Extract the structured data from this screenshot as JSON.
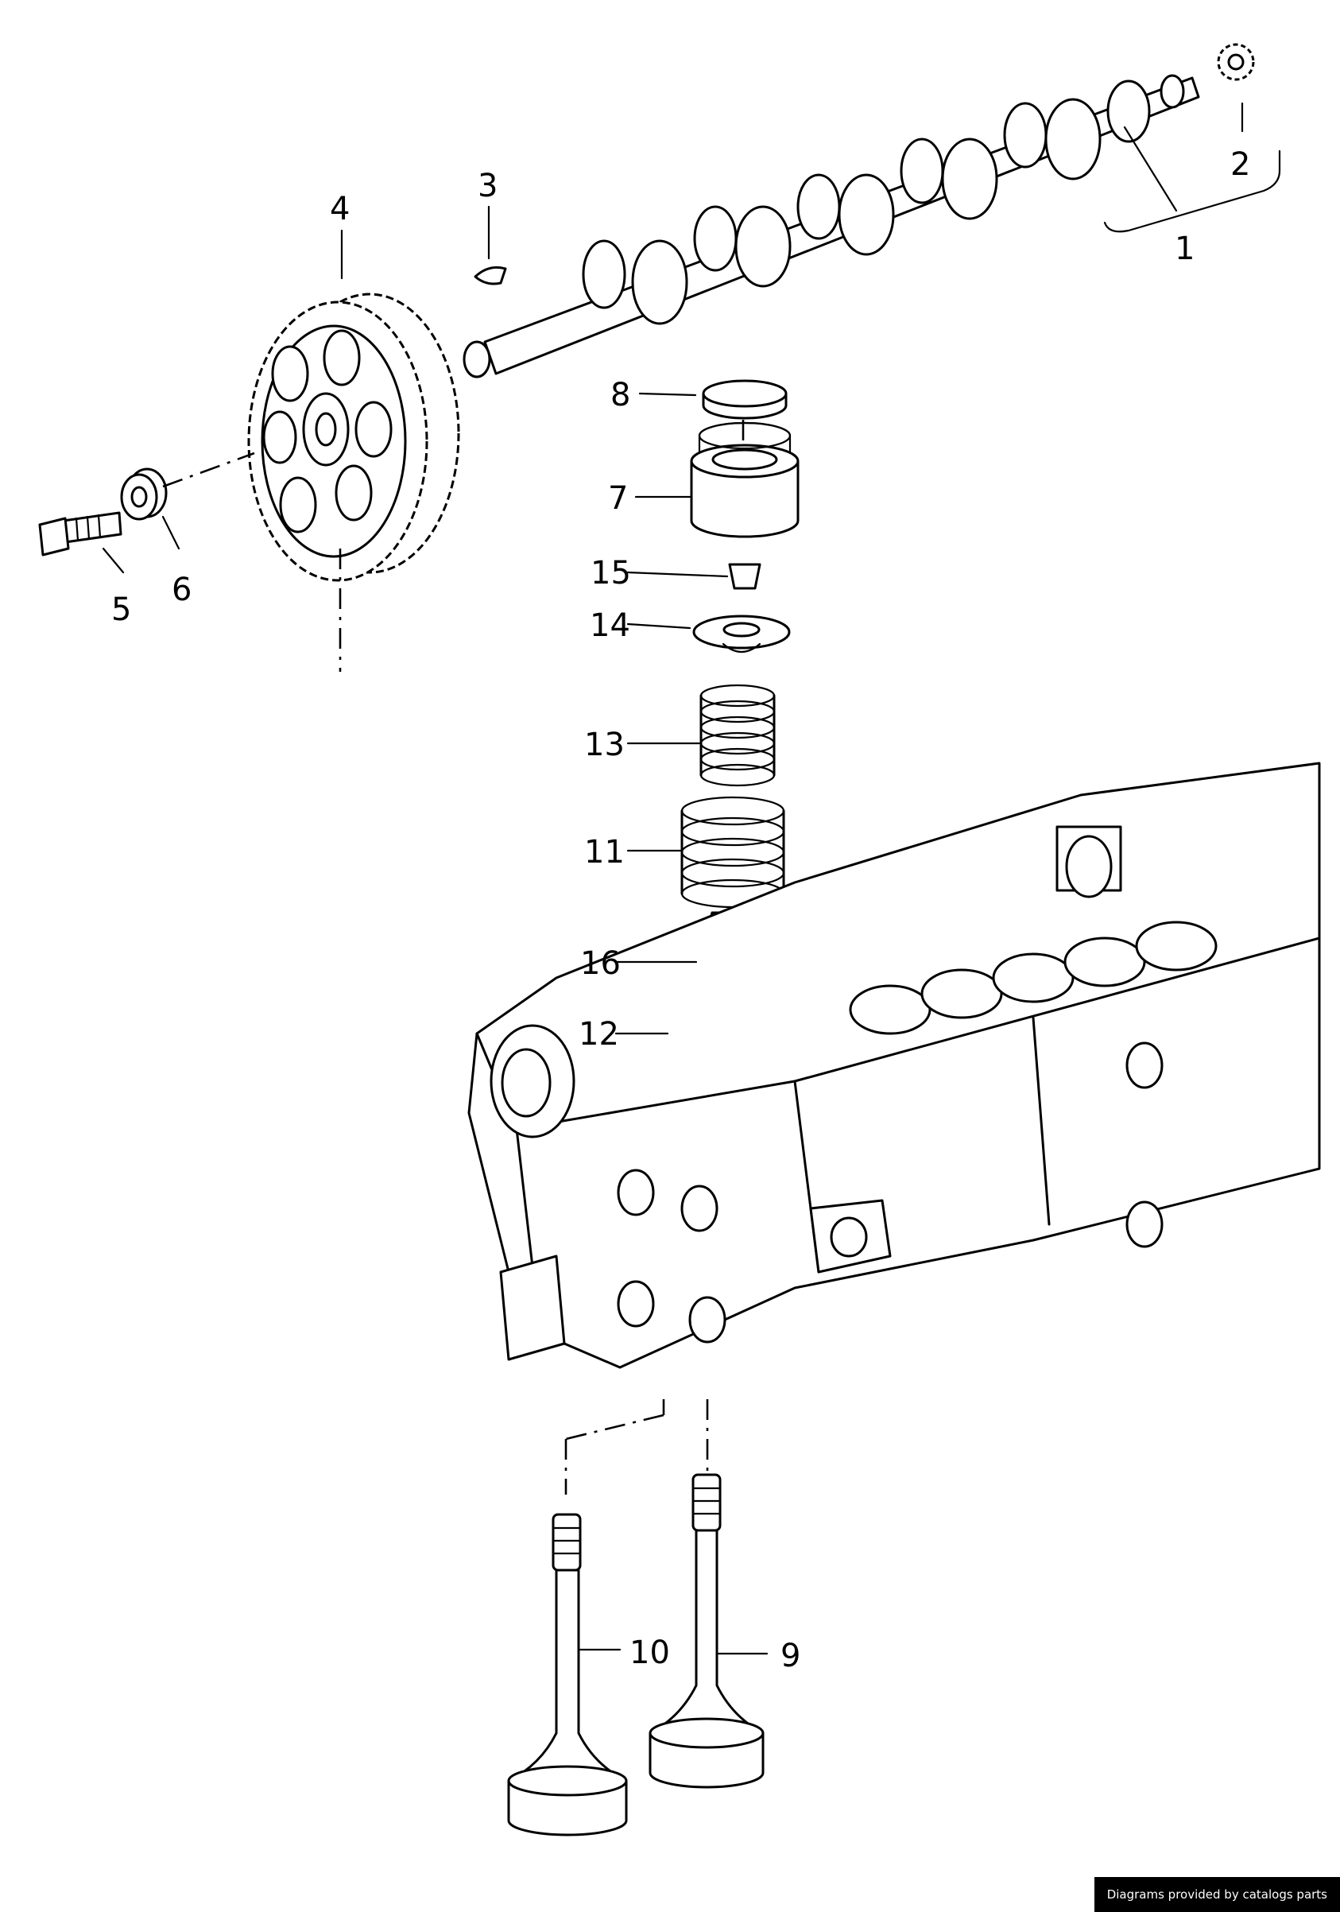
{
  "labels": {
    "l1": "1",
    "l2": "2",
    "l3": "3",
    "l4": "4",
    "l5": "5",
    "l6": "6",
    "l7": "7",
    "l8": "8",
    "l9": "9",
    "l10": "10",
    "l11": "11",
    "l12": "12",
    "l13": "13",
    "l14": "14",
    "l15": "15",
    "l16": "16"
  },
  "credit": "Diagrams provided by catalogs parts"
}
